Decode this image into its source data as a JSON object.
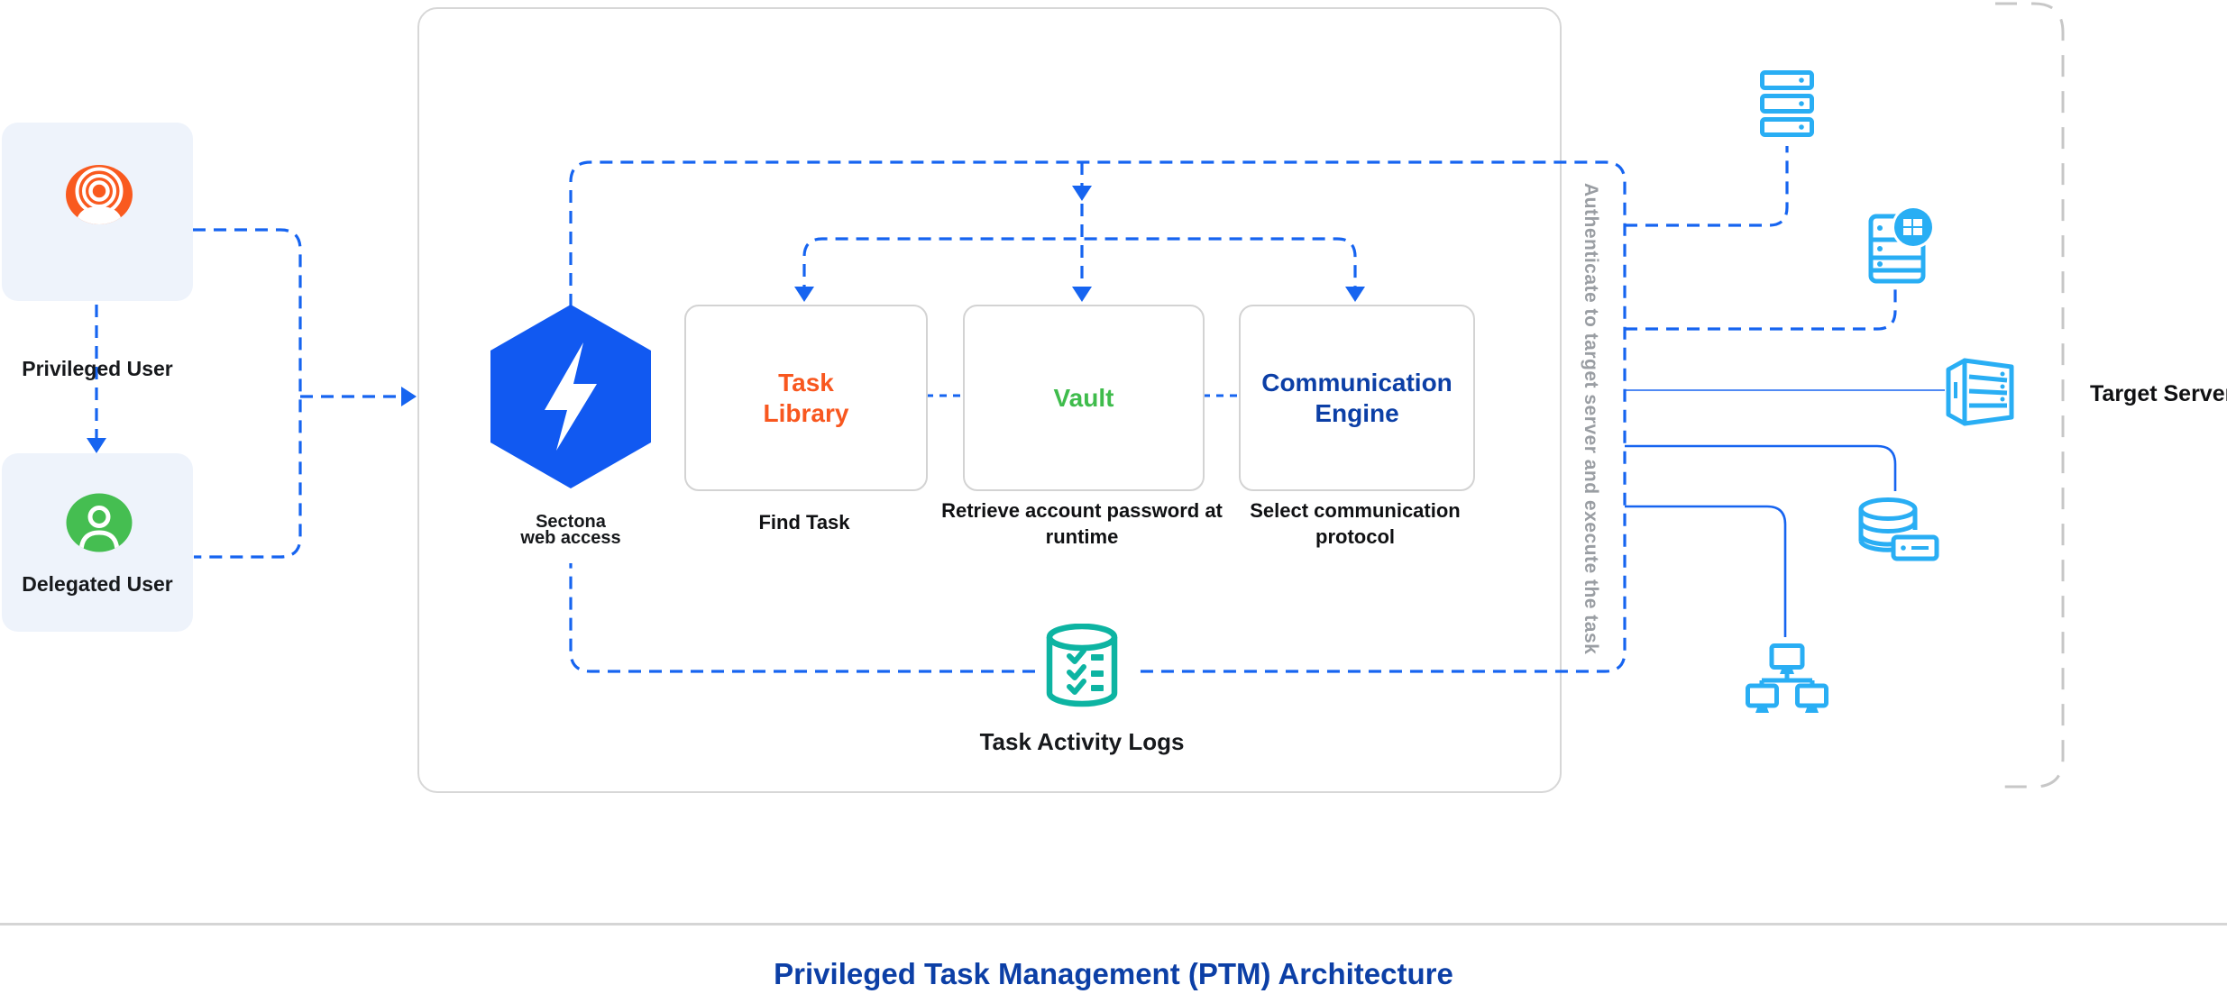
{
  "diagram_title": "Privileged Task Management (PTM) Architecture",
  "users": {
    "privileged": {
      "label": "Privileged User"
    },
    "delegated": {
      "label": "Delegated User"
    }
  },
  "gateway": {
    "name_line1": "Sectona",
    "name_line2": "web access"
  },
  "components": {
    "task_library": {
      "title": "Task Library",
      "caption": "Find Task"
    },
    "vault": {
      "title": "Vault",
      "caption": "Retrieve account password at runtime"
    },
    "communication_engine": {
      "title": "Communication Engine",
      "caption": "Select communication protocol"
    }
  },
  "logs": {
    "label": "Task Activity Logs"
  },
  "right_rail": {
    "label": "Authenticate to target server and execute the task"
  },
  "target": {
    "label": "Target Server"
  },
  "icons": {
    "privileged_user": "user-rings-icon (orange badge)",
    "delegated_user": "user-icon (green badge)",
    "gateway": "sectona-bolt-hexagon-icon",
    "logs": "tasklist-database-icon",
    "target_servers": [
      "rack-server-icon",
      "windows-server-icon",
      "tower-server-3d-icon",
      "database-storage-icon",
      "workstation-network-icon"
    ]
  },
  "colors": {
    "arrow_blue": "#1664F0",
    "hexagon_blue": "#1159F1",
    "icon_sky_blue": "#29AEF4",
    "logs_teal": "#0DB4A2",
    "orange": "#F95A1F",
    "green": "#45BE51",
    "navy": "#0C3FA6",
    "panel_bg": "#EEF3FB",
    "border_gray": "#D7D7D7",
    "muted_text": "#9A9EA3"
  }
}
